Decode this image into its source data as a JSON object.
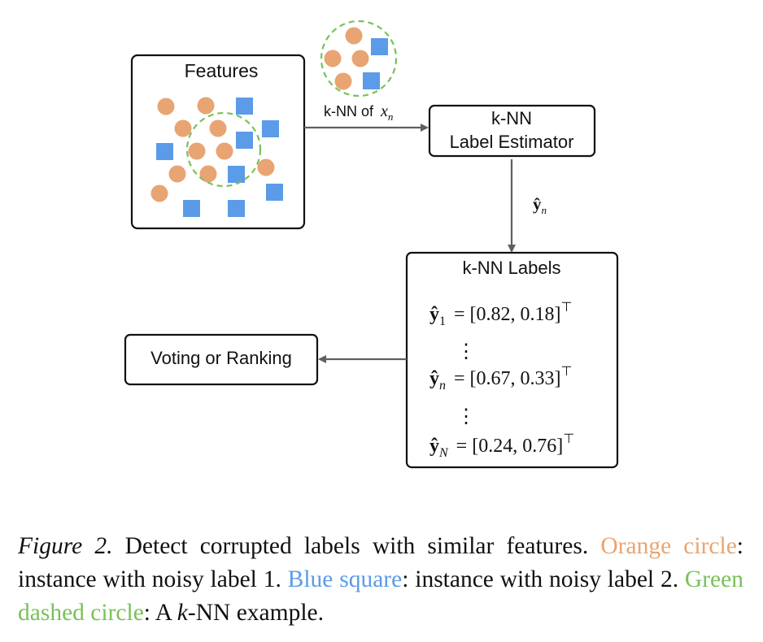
{
  "diagram": {
    "features_title": "Features",
    "edge_label_prefix": "k-NN of ",
    "edge_label_var": "x",
    "edge_label_sub": "n",
    "estimator_line1": "k-NN",
    "estimator_line2": "Label Estimator",
    "estimate_var": "ŷ",
    "estimate_sub": "n",
    "labels_title": "k-NN Labels",
    "vdots": "⋮",
    "label_rows": [
      {
        "var": "ŷ",
        "sub": "1",
        "value": "= [0.82, 0.18]",
        "sup": "⊤"
      },
      {
        "var": "ŷ",
        "sub": "n",
        "value": "= [0.67, 0.33]",
        "sup": "⊤"
      },
      {
        "var": "ŷ",
        "sub": "N",
        "value": "= [0.24, 0.76]",
        "sup": "⊤"
      }
    ],
    "voting_label": "Voting or Ranking",
    "colors": {
      "orange_circle": "#e8a472",
      "blue_square": "#5b9be8",
      "green_dashed": "#79c159"
    }
  },
  "caption": {
    "figure_label": "Figure 2.",
    "text1": " Detect corrupted labels with similar features. ",
    "orange_term": "Orange circle",
    "text2": ": instance with noisy label 1. ",
    "blue_term": "Blue square",
    "text3": ": instance with noisy label 2. ",
    "green_term": "Green dashed circle",
    "text4": ": A ",
    "k_var": "k",
    "text5": "-NN example."
  }
}
